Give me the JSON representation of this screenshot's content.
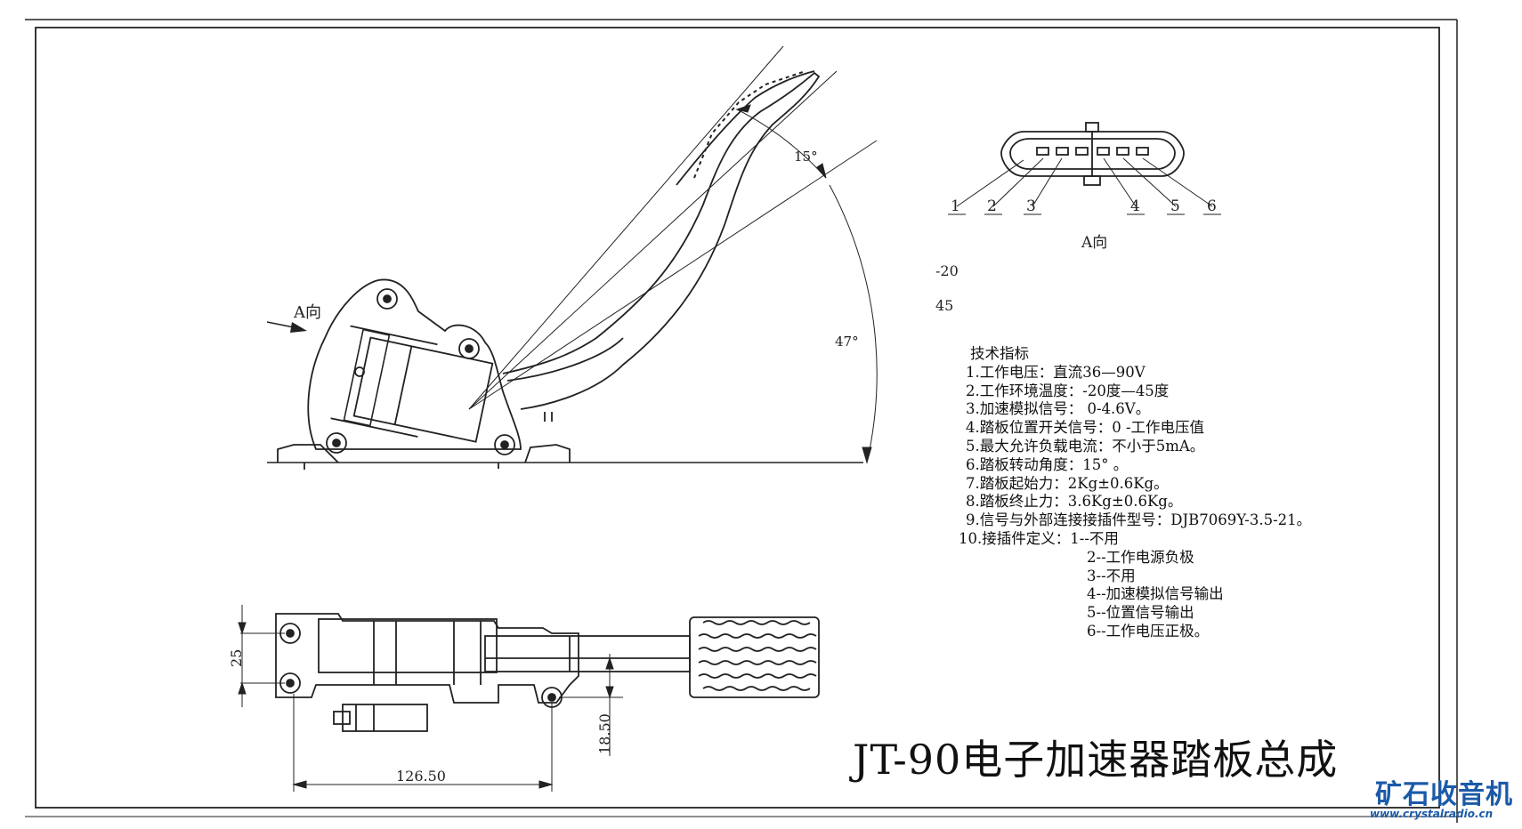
{
  "title": "JT-90电子加速器踏板总成",
  "side_view": {
    "direction_label": "A向",
    "angle_small": "15°",
    "angle_large": "47°"
  },
  "connector_view": {
    "caption": "A向",
    "pins": [
      "1",
      "2",
      "3",
      "4",
      "5",
      "6"
    ]
  },
  "notes": [
    "-20",
    "45"
  ],
  "specs": {
    "heading": "技术指标",
    "items": [
      "1.工作电压：直流36—90V",
      "2.工作环境温度：-20度—45度",
      "3.加速模拟信号： 0-4.6V。",
      "4.踏板位置开关信号：0 -工作电压值",
      "5.最大允许负载电流：不小于5mA。",
      "6.踏板转动角度：15° 。",
      "7.踏板起始力：2Kg±0.6Kg。",
      "8.踏板终止力：3.6Kg±0.6Kg。",
      "9.信号与外部连接接插件型号：DJB7069Y-3.5-21。",
      "10.接插件定义：1--不用"
    ],
    "pin_defs": [
      "2--工作电源负极",
      "3--不用",
      "4--加速模拟信号输出",
      "5--位置信号输出",
      "6--工作电压正极。"
    ]
  },
  "top_view": {
    "dim_width": "126.50",
    "dim_holes": "25",
    "dim_offset": "18.50"
  },
  "watermark": {
    "name": "矿石收音机",
    "url": "www.crystalradio.cn"
  }
}
